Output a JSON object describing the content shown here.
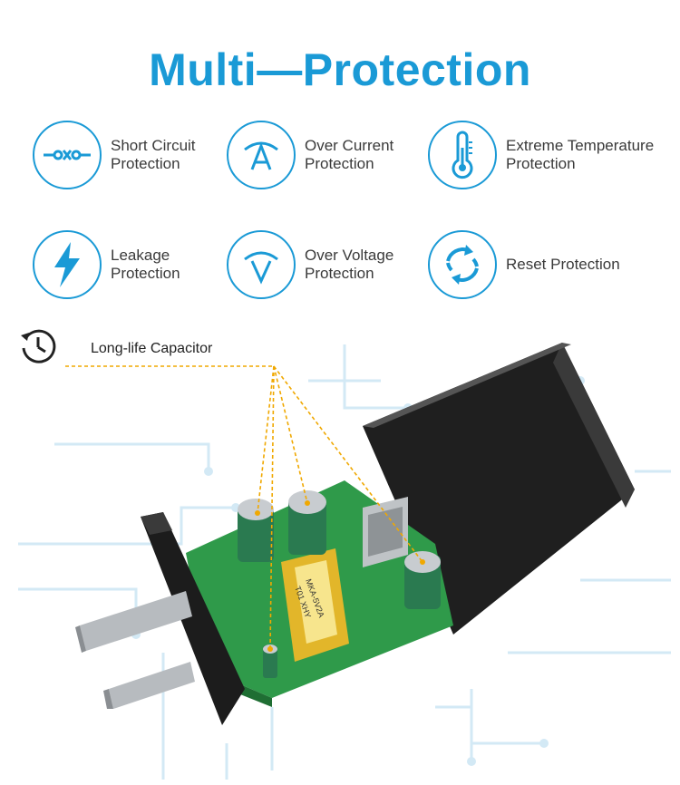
{
  "title": "Multi—Protection",
  "colors": {
    "accent": "#1a9ad6",
    "text": "#3a3a3a",
    "callout": "#f0a800"
  },
  "features": [
    {
      "icon": "short-circuit-icon",
      "label": "Short Circuit\nProtection"
    },
    {
      "icon": "over-current-icon",
      "label": "Over Current\nProtection"
    },
    {
      "icon": "thermometer-icon",
      "label": "Extreme Temperature\nProtection"
    },
    {
      "icon": "lightning-icon",
      "label": "Leakage\nProtection"
    },
    {
      "icon": "over-voltage-icon",
      "label": "Over Voltage\nProtection"
    },
    {
      "icon": "reset-arrows-icon",
      "label": "Reset Protection"
    }
  ],
  "capacitor": {
    "icon": "clock-history-icon",
    "label": "Long-life Capacitor"
  },
  "transformer_text": [
    "MKA-5V2A",
    "T01 XHY"
  ]
}
